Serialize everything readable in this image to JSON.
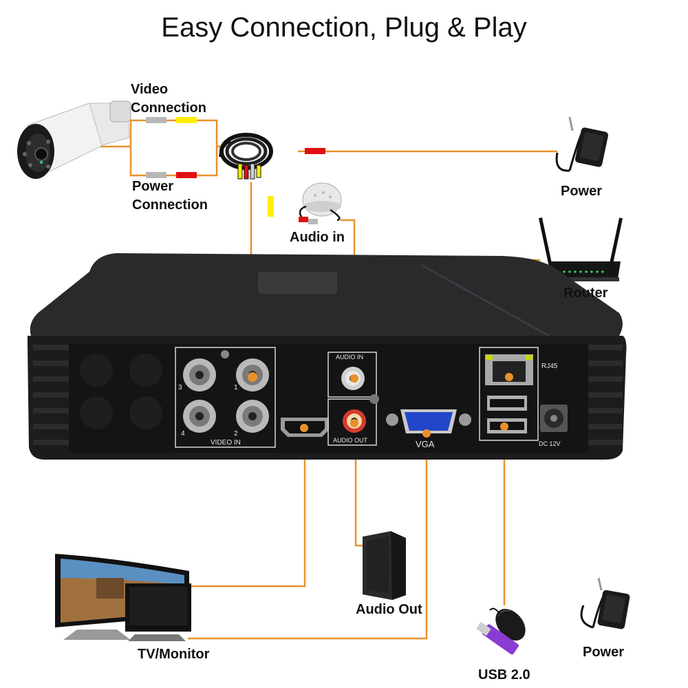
{
  "title": "Easy Connection, Plug & Play",
  "labels": {
    "video_connection_line1": "Video",
    "video_connection_line2": "Connection",
    "power_connection_line1": "Power",
    "power_connection_line2": "Connection",
    "power_top": "Power",
    "audio_in": "Audio in",
    "router": "Router",
    "audio_out": "Audio Out",
    "tv_monitor": "TV/Monitor",
    "usb": "USB 2.0",
    "power_bottom": "Power"
  },
  "panel": {
    "video_in": "VIDEO  IN",
    "audio_in": "AUDIO  IN",
    "audio_out": "AUDIO OUT",
    "vga": "VGA",
    "rj45": "RJ45",
    "dc": "DC  12V",
    "bnc_numbers": [
      "3",
      "1",
      "4",
      "2"
    ]
  },
  "colors": {
    "connector_line": "#e8912a",
    "device_body": "#1c1c1e",
    "video_plug": "#ffee00",
    "power_plug": "#e01010",
    "gray_plug": "#b8b8b8"
  }
}
